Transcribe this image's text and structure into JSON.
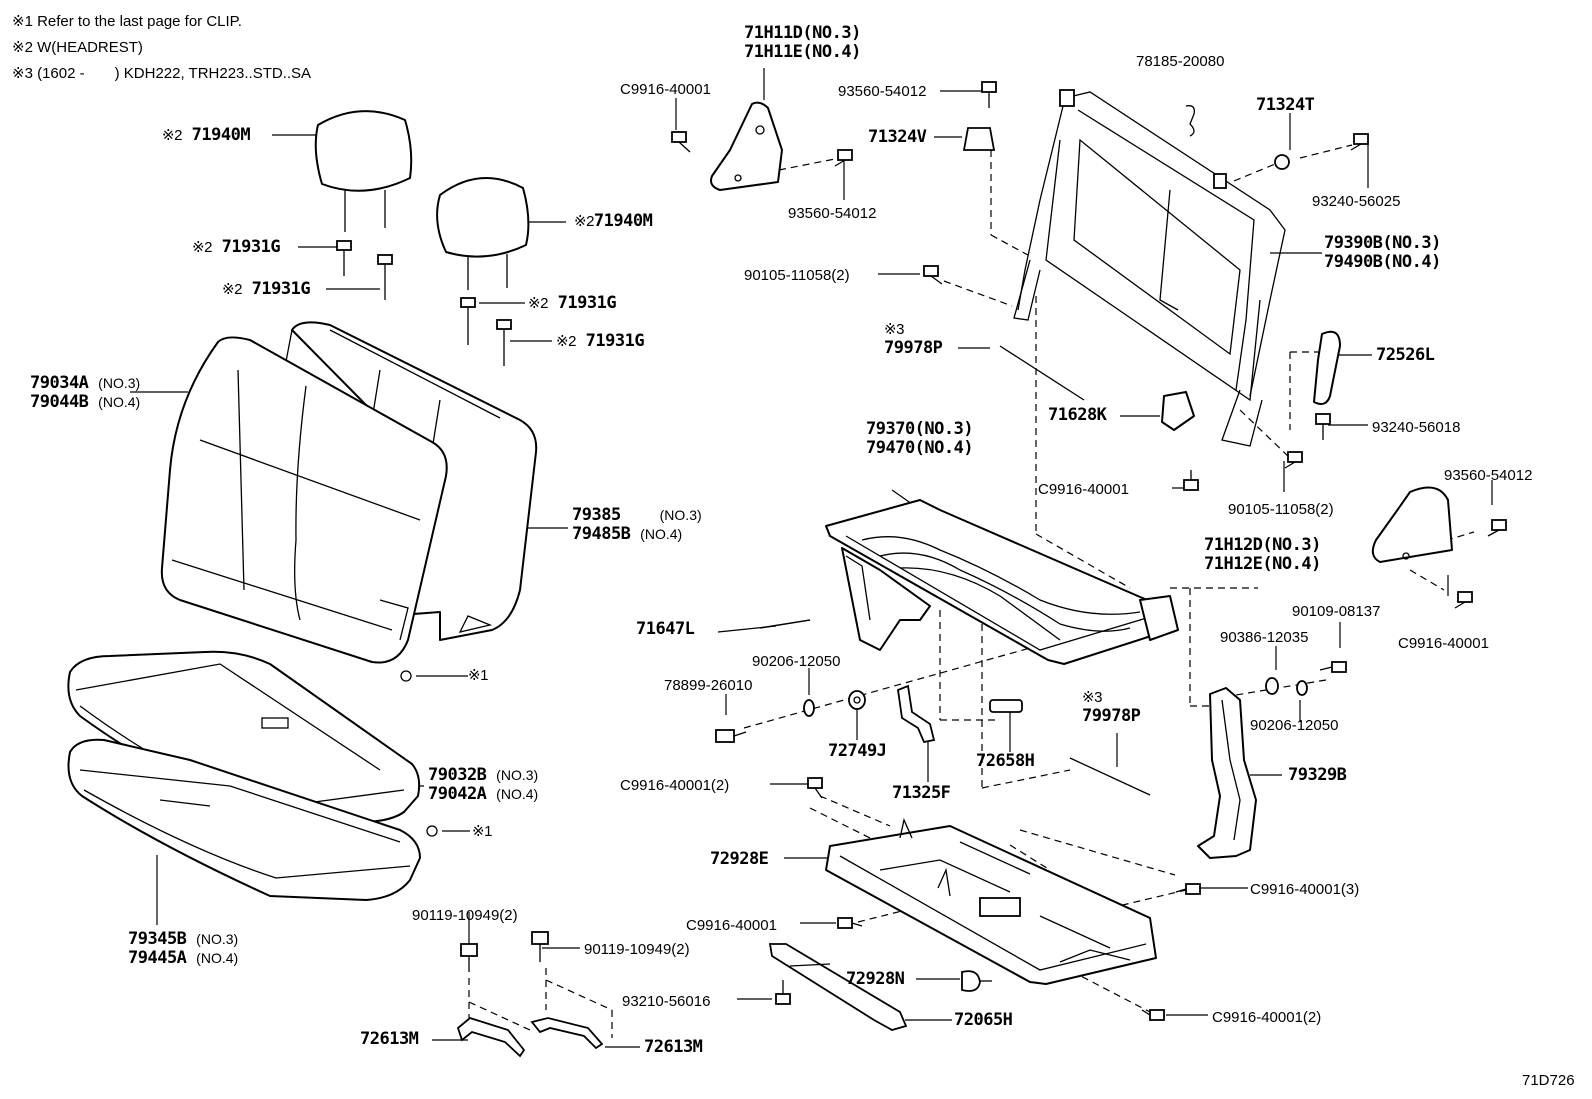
{
  "notes": [
    "※1 Refer to the last page for CLIP.",
    "※2 W(HEADREST)",
    "※3 (1602 -  ) KDH222, TRH223..STD..SA"
  ],
  "diagram_code": "71D726",
  "parts": {
    "headrest_l": {
      "marker": "※2",
      "number": "71940M"
    },
    "headrest_r": {
      "marker": "※2",
      "number": "71940M"
    },
    "support_1": {
      "marker": "※2",
      "number": "71931G"
    },
    "support_2": {
      "marker": "※2",
      "number": "71931G"
    },
    "support_3": {
      "marker": "※2",
      "number": "71931G"
    },
    "support_4": {
      "marker": "※2",
      "number": "71931G"
    },
    "back_cover": {
      "line1": "79034A",
      "note1": "(NO.3)",
      "line2": "79044B",
      "note2": "(NO.4)"
    },
    "back_pad": {
      "line1": "79385",
      "note1": "(NO.3)",
      "line2": "79485B",
      "note2": "(NO.4)"
    },
    "clip_1": {
      "marker": "※1"
    },
    "cushion_cover": {
      "line1": "79032B",
      "note1": "(NO.3)",
      "line2": "79042A",
      "note2": "(NO.4)"
    },
    "clip_2": {
      "marker": "※1"
    },
    "cushion_pad": {
      "line1": "79345B",
      "note1": "(NO.3)",
      "line2": "79445A",
      "note2": "(NO.4)"
    },
    "bolt_90119_a": {
      "number": "90119-10949(2)"
    },
    "bolt_90119_b": {
      "number": "90119-10949(2)"
    },
    "bracket_l": {
      "number": "72613M"
    },
    "bracket_r": {
      "number": "72613M"
    },
    "hinge_cover_l": {
      "line1": "71H11D(NO.3)",
      "line2": "71H11E(NO.4)"
    },
    "screw_c9916_top": {
      "number": "C9916-40001"
    },
    "screw_93560_a": {
      "number": "93560-54012"
    },
    "screw_93560_b": {
      "number": "93560-54012"
    },
    "cover_71324v": {
      "number": "71324V"
    },
    "clip_78185": {
      "number": "78185-20080"
    },
    "cap_71324t": {
      "number": "71324T"
    },
    "screw_93240_a": {
      "number": "93240-56025"
    },
    "back_frame": {
      "line1": "79390B(NO.3)",
      "line2": "79490B(NO.4)"
    },
    "bolt_90105_a": {
      "number": "90105-11058(2)"
    },
    "wire_79978p_a": {
      "marker": "※3",
      "number": "79978P"
    },
    "lever_72526l": {
      "number": "72526L"
    },
    "screw_93240_b": {
      "number": "93240-56018"
    },
    "cover_71628k": {
      "number": "71628K"
    },
    "cushion_frame": {
      "line1": "79370(NO.3)",
      "line2": "79470(NO.4)"
    },
    "screw_c9916_mid": {
      "number": "C9916-40001"
    },
    "bolt_90105_b": {
      "number": "90105-11058(2)"
    },
    "screw_93560_c": {
      "number": "93560-54012"
    },
    "hinge_cover_r": {
      "line1": "71H12D(NO.3)",
      "line2": "71H12E(NO.4)"
    },
    "screw_c9916_r": {
      "number": "C9916-40001"
    },
    "strip_71647l": {
      "number": "71647L"
    },
    "washer_90206_a": {
      "number": "90206-12050"
    },
    "bolt_78899": {
      "number": "78899-26010"
    },
    "bolt_90109": {
      "number": "90109-08137"
    },
    "washer_90386": {
      "number": "90386-12035"
    },
    "washer_90206_b": {
      "number": "90206-12050"
    },
    "bushing_72749j": {
      "number": "72749J"
    },
    "stopper_72658h": {
      "number": "72658H"
    },
    "wire_79978p_b": {
      "marker": "※3",
      "number": "79978P"
    },
    "bracket_71325f": {
      "number": "71325F"
    },
    "screw_c9916_2a": {
      "number": "C9916-40001(2)"
    },
    "side_cover_79329b": {
      "number": "79329B"
    },
    "under_tray": {
      "number": "72928E"
    },
    "screw_c9916_3": {
      "number": "C9916-40001(3)"
    },
    "screw_c9916_low": {
      "number": "C9916-40001"
    },
    "clip_72928n": {
      "number": "72928N"
    },
    "screw_93210": {
      "number": "93210-56016"
    },
    "strap_72065h": {
      "number": "72065H"
    },
    "screw_c9916_2b": {
      "number": "C9916-40001(2)"
    }
  }
}
